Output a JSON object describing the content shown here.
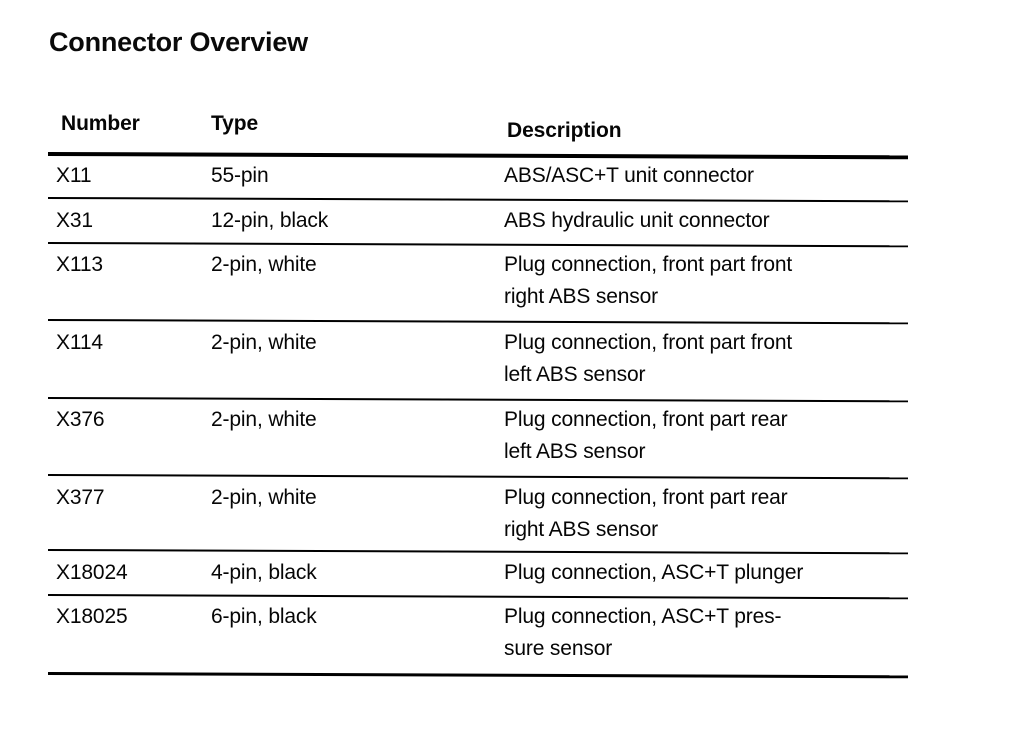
{
  "document": {
    "title": "Connector Overview"
  },
  "table": {
    "columns": [
      {
        "key": "number",
        "label": "Number"
      },
      {
        "key": "type",
        "label": "Type"
      },
      {
        "key": "description",
        "label": "Description"
      }
    ],
    "rows": [
      {
        "number": "X11",
        "type": "55-pin",
        "description": "ABS/ASC+T unit connector"
      },
      {
        "number": "X31",
        "type": "12-pin, black",
        "description": "ABS hydraulic unit connector"
      },
      {
        "number": "X113",
        "type": "2-pin, white",
        "description": "Plug connection, front part front\nright ABS sensor"
      },
      {
        "number": "X114",
        "type": "2-pin, white",
        "description": "Plug connection, front part front\nleft ABS sensor"
      },
      {
        "number": "X376",
        "type": "2-pin, white",
        "description": "Plug connection, front part rear\nleft ABS sensor"
      },
      {
        "number": "X377",
        "type": "2-pin, white",
        "description": "Plug connection, front part rear\nright ABS sensor"
      },
      {
        "number": "X18024",
        "type": "4-pin, black",
        "description": "Plug connection, ASC+T plunger"
      },
      {
        "number": "X18025",
        "type": "6-pin, black",
        "description": "Plug connection, ASC+T pres-\nsure sensor"
      }
    ]
  }
}
